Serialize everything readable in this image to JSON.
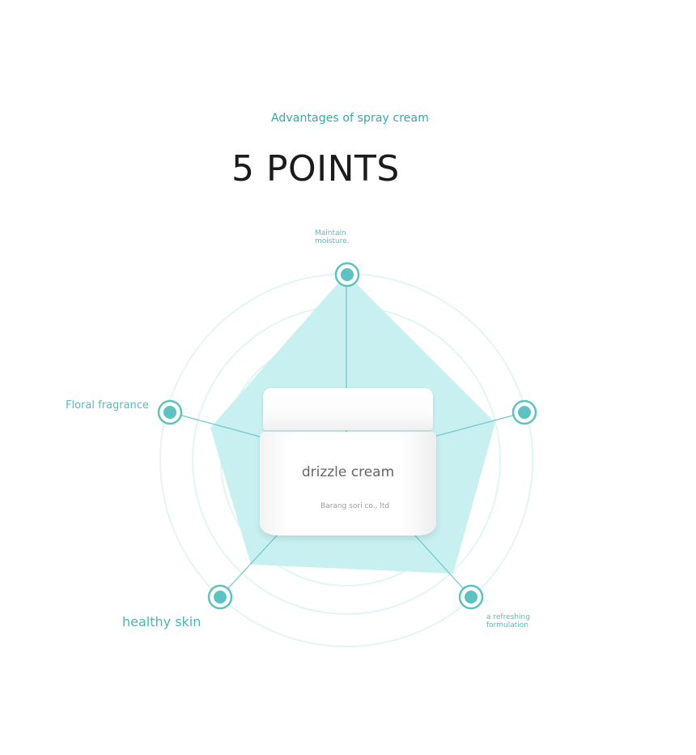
{
  "header": {
    "subtitle": "Advantages of spray cream",
    "headline": "5 POINTS"
  },
  "points": {
    "top": {
      "label": "Maintain moisture."
    },
    "left": {
      "label": "Floral fragrance"
    },
    "right": {
      "label": ""
    },
    "bottom_left": {
      "label": "healthy skin"
    },
    "bottom_right": {
      "label": "a refreshing formulation"
    }
  },
  "product": {
    "name": "drizzle cream",
    "maker": "Barang sori co., ltd"
  },
  "colors": {
    "accent": "#5cc2c2",
    "fill": "#c8f0f0",
    "ring": "#dff4f4",
    "text_dark": "#1b1b1b"
  }
}
